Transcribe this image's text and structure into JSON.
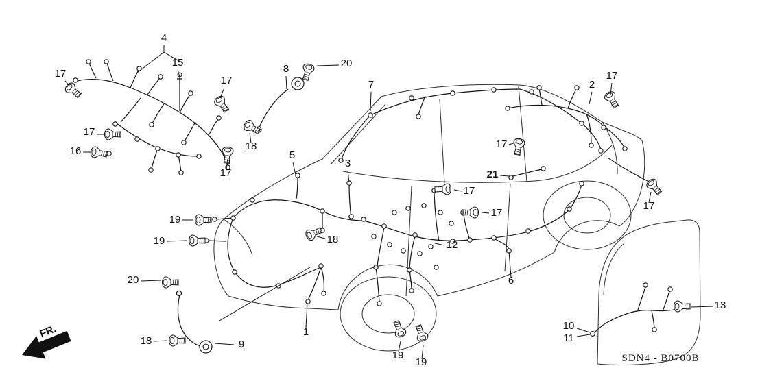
{
  "diagram": {
    "code": "SDN4 - B0700B",
    "fr_label": "FR.",
    "callouts": [
      {
        "label": "4"
      },
      {
        "label": "15"
      },
      {
        "label": "17"
      },
      {
        "label": "17"
      },
      {
        "label": "8"
      },
      {
        "label": "20"
      },
      {
        "label": "7"
      },
      {
        "label": "2"
      },
      {
        "label": "17"
      },
      {
        "label": "17"
      },
      {
        "label": "16"
      },
      {
        "label": "18"
      },
      {
        "label": "17"
      },
      {
        "label": "5"
      },
      {
        "label": "3"
      },
      {
        "label": "17"
      },
      {
        "label": "21"
      },
      {
        "label": "17"
      },
      {
        "label": "17"
      },
      {
        "label": "19"
      },
      {
        "label": "19"
      },
      {
        "label": "18"
      },
      {
        "label": "17"
      },
      {
        "label": "12"
      },
      {
        "label": "6"
      },
      {
        "label": "20"
      },
      {
        "label": "18"
      },
      {
        "label": "9"
      },
      {
        "label": "1"
      },
      {
        "label": "19"
      },
      {
        "label": "19"
      },
      {
        "label": "10"
      },
      {
        "label": "11"
      },
      {
        "label": "13"
      }
    ]
  }
}
